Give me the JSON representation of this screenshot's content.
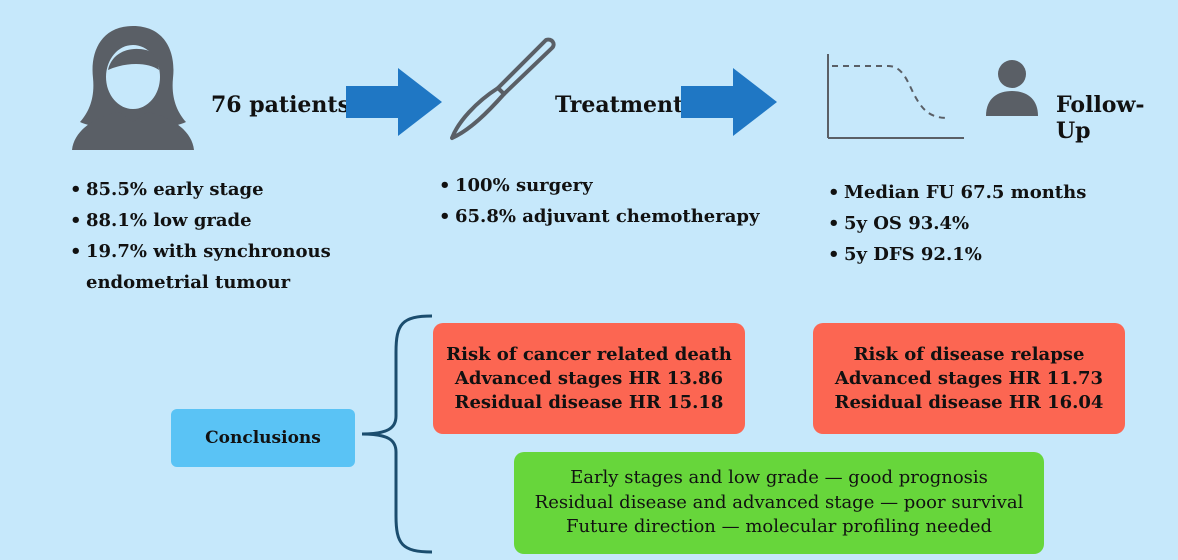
{
  "steps": [
    {
      "icon": "person-icon",
      "title": "76 patients",
      "bullets": [
        "85.5% early stage",
        "88.1% low grade",
        "19.7% with synchronous endometrial tumour"
      ]
    },
    {
      "icon": "scalpel-icon",
      "title": "Treatment",
      "bullets": [
        "100% surgery",
        "65.8% adjuvant chemotherapy"
      ]
    },
    {
      "icon": "survival-curve-icon",
      "title": "Follow-Up",
      "bullets": [
        "Median FU 67.5 months",
        "5y OS 93.4%",
        "5y DFS 92.1%"
      ]
    }
  ],
  "conclusions_label": "Conclusions",
  "risk_boxes": [
    {
      "lines": [
        "Risk of cancer related death",
        "Advanced stages HR 13.86",
        "Residual disease HR 15.18"
      ]
    },
    {
      "lines": [
        "Risk of disease relapse",
        "Advanced stages HR 11.73",
        "Residual disease HR 16.04"
      ]
    }
  ],
  "summary_box": {
    "lines": [
      "Early stages and low grade — good prognosis",
      "Residual disease and advanced stage — poor survival",
      "Future direction — molecular profiling needed"
    ]
  },
  "colors": {
    "background": "#c6e8fb",
    "arrow": "#1f77c4",
    "icon": "#5a5f66",
    "conclusions": "#5ac3f5",
    "risk": "#fc6652",
    "summary": "#67d63b",
    "bracket": "#1b4d6e"
  }
}
